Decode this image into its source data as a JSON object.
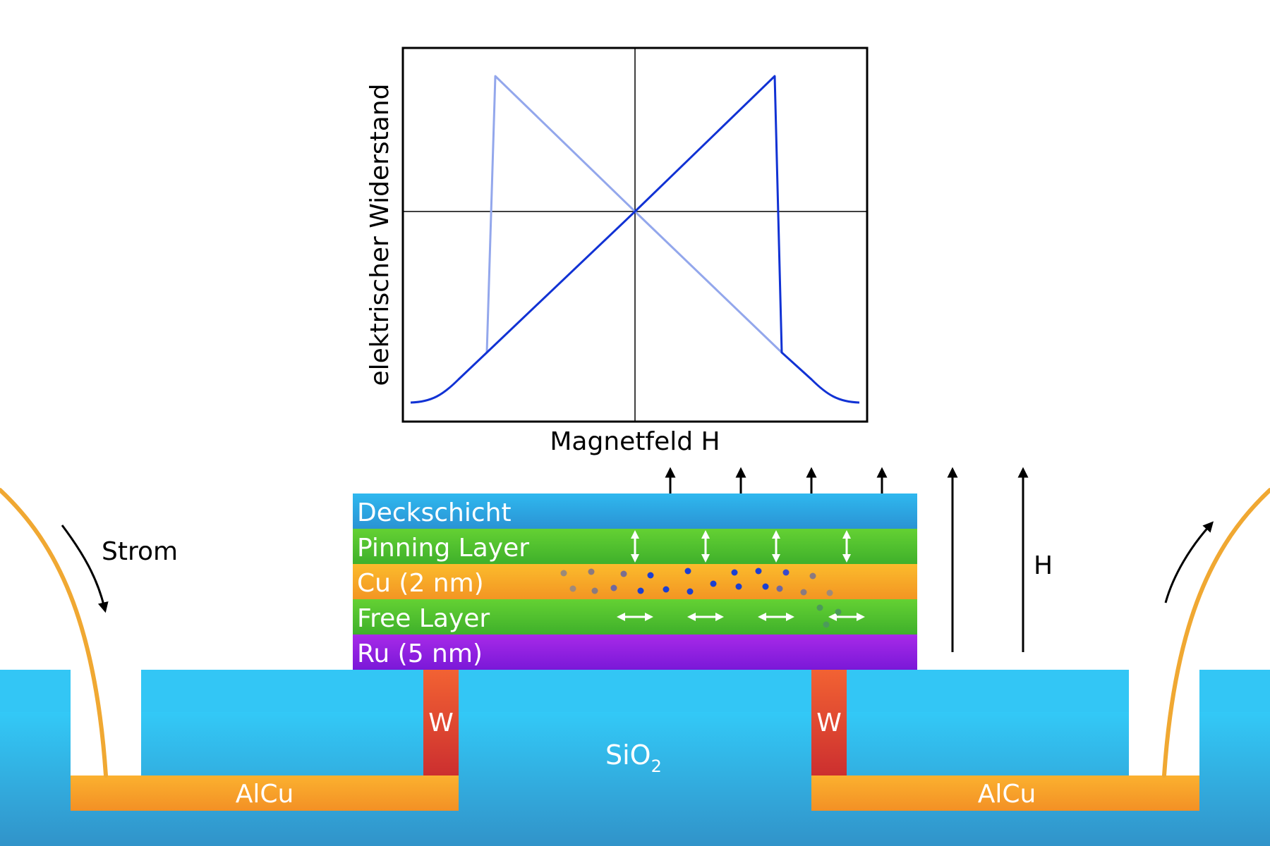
{
  "graph": {
    "y_axis_label": "elektrischer Widerstand",
    "x_axis_label": "Magnetfeld H"
  },
  "layers": {
    "cap": "Deckschicht",
    "pinning": "Pinning Layer",
    "spacer": "Cu (2 nm)",
    "free": "Free Layer",
    "seed": "Ru (5 nm)"
  },
  "labels": {
    "current": "Strom",
    "field": "H",
    "via_left": "W",
    "via_right": "W",
    "oxide_main": "SiO",
    "oxide_sub": "2",
    "contact_left": "AlCu",
    "contact_right": "AlCu"
  },
  "colors": {
    "oxide_light": "#33c9f7",
    "oxide_dark": "#3193c9",
    "cap": "#2ba6e2",
    "pinning": "#55c62f",
    "spacer": "#f6a927",
    "free": "#55c62f",
    "seed": "#8e20e4",
    "via": "#e04a33",
    "contact": "#f7a42c",
    "wire": "#f0a832",
    "curve_dark": "#1132d4",
    "curve_light": "#93a7ec"
  }
}
